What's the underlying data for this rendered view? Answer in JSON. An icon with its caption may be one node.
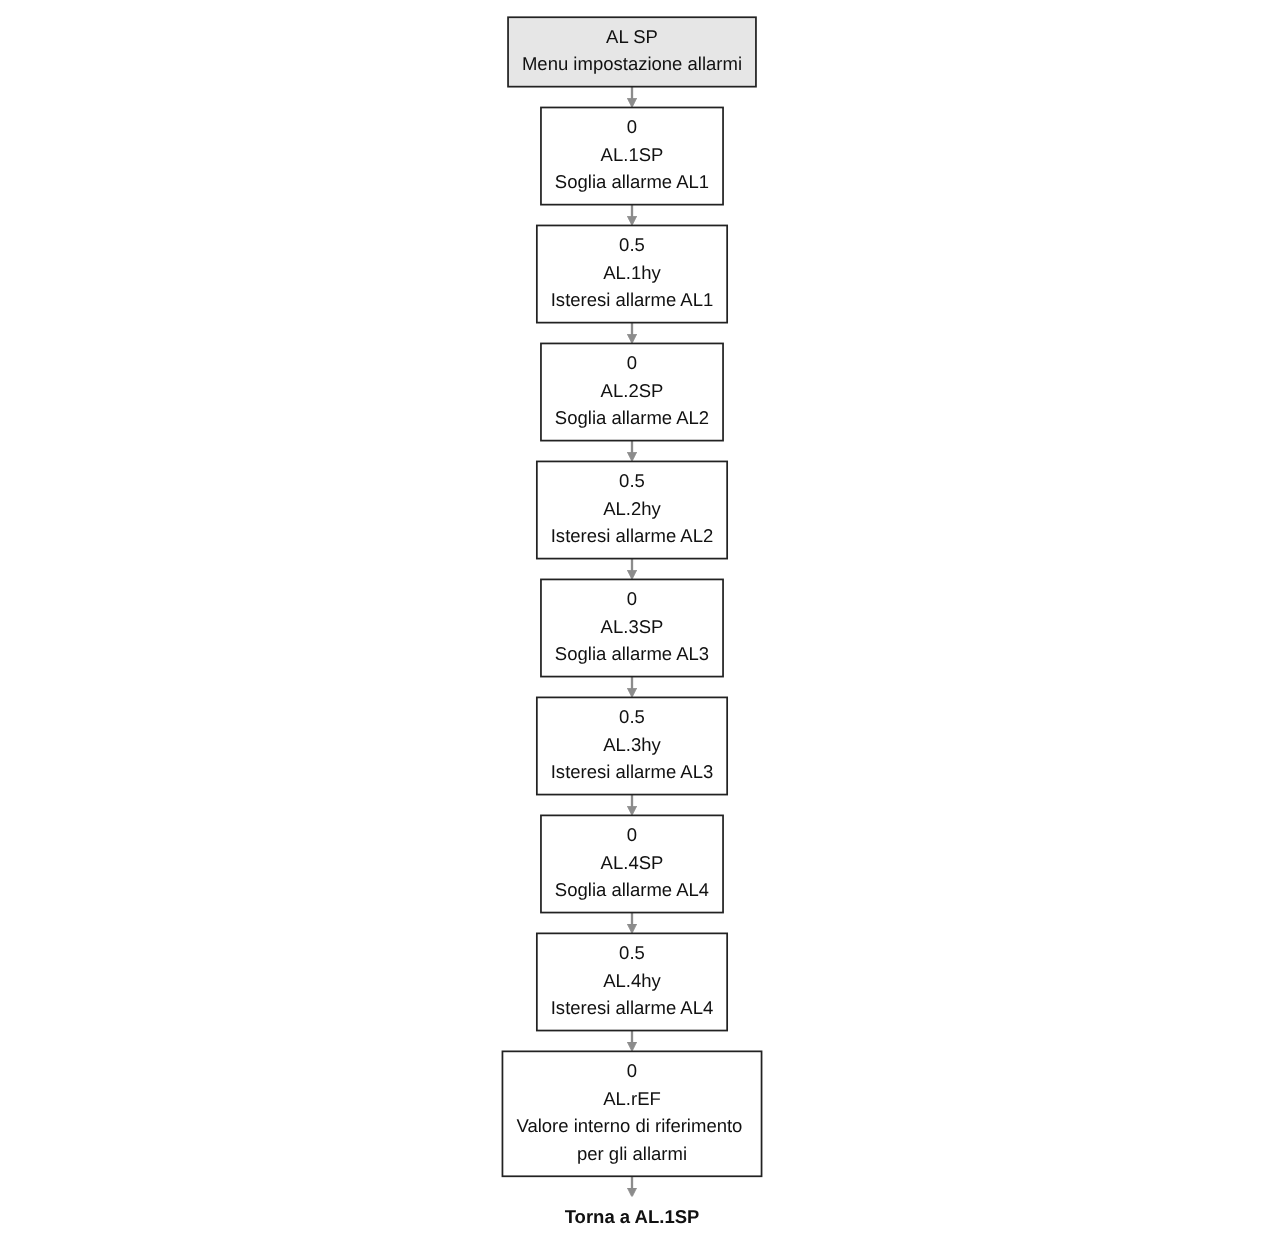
{
  "diagram": {
    "nodes": [
      {
        "text": [
          "AL SP",
          "Menu impostazione allarmi"
        ]
      },
      {
        "text": [
          "0",
          "AL.1SP",
          "Soglia allarme AL1"
        ]
      },
      {
        "text": [
          "0.5",
          "AL.1hy",
          "Isteresi allarme AL1"
        ]
      },
      {
        "text": [
          "0",
          "AL.2SP",
          "Soglia allarme AL2"
        ]
      },
      {
        "text": [
          "0.5",
          "AL.2hy",
          "Isteresi allarme AL2"
        ]
      },
      {
        "text": [
          "0",
          "AL.3SP",
          "Soglia allarme AL3"
        ]
      },
      {
        "text": [
          "0.5",
          "AL.3hy",
          "Isteresi allarme AL3"
        ]
      },
      {
        "text": [
          "0",
          "AL.4SP",
          "Soglia allarme AL4"
        ]
      },
      {
        "text": [
          "0.5",
          "AL.4hy",
          "Isteresi allarme AL4"
        ]
      },
      {
        "text": [
          "0",
          "AL.rEF",
          "Valore interno di riferimento per gli allarmi"
        ]
      },
      {
        "text": [
          "Torna a AL.1SP"
        ]
      }
    ],
    "edges": [
      {
        "from": 0,
        "to": 1,
        "arrow": "to"
      },
      {
        "from": 1,
        "to": 2,
        "arrow": "to"
      },
      {
        "from": 2,
        "to": 3,
        "arrow": "to"
      },
      {
        "from": 3,
        "to": 4,
        "arrow": "to"
      },
      {
        "from": 4,
        "to": 5,
        "arrow": "to"
      },
      {
        "from": 5,
        "to": 6,
        "arrow": "to"
      },
      {
        "from": 6,
        "to": 7,
        "arrow": "to"
      },
      {
        "from": 7,
        "to": 8,
        "arrow": "to"
      },
      {
        "from": 8,
        "to": 9,
        "arrow": "to"
      },
      {
        "from": 9,
        "to": 10,
        "arrow": "to"
      }
    ]
  }
}
